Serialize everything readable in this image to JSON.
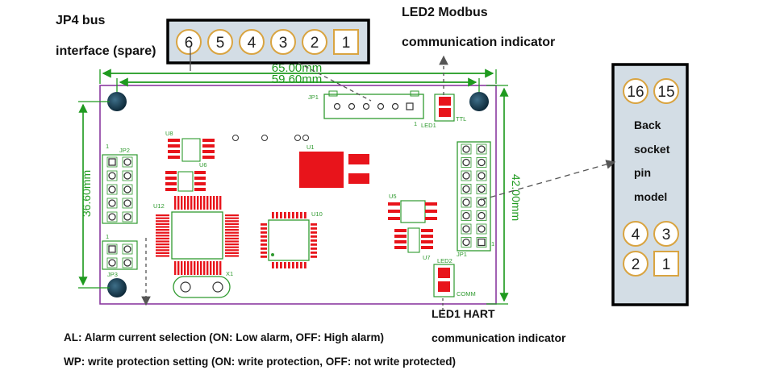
{
  "labels": {
    "jp4_line1": "JP4 bus",
    "jp4_line2": "interface (spare)",
    "led2_line1": "LED2 Modbus",
    "led2_line2": "communication indicator",
    "back_socket": [
      "Back",
      "socket",
      "pin",
      "model"
    ],
    "led1_line1": "LED1 HART",
    "led1_line2": "communication indicator"
  },
  "jp4_connector": {
    "pins": [
      "6",
      "5",
      "4",
      "3",
      "2",
      "1"
    ]
  },
  "back_socket_pins": {
    "top": [
      "16",
      "15"
    ],
    "middle": [
      "4",
      "3"
    ],
    "bottom": [
      "2",
      "1"
    ]
  },
  "dimensions": {
    "outer_width": "65.00mm",
    "inner_width": "59.60mm",
    "height_left": "36.60mm",
    "height_right": "42.00mm"
  },
  "silkscreen": {
    "jp1_top": "JP1",
    "led1": "LED1",
    "ttl": "TTL",
    "jp2": "JP2",
    "jp3": "JP3",
    "one_jp2": "1",
    "one_jp3": "1",
    "one_jp1top": "1",
    "u8": "U8",
    "u6": "U6",
    "u1": "U1",
    "u12": "U12",
    "u10": "U10",
    "u5": "U5",
    "u7": "U7",
    "x1": "X1",
    "led2": "LED2",
    "comm": "COMM",
    "jp1_right": "JP1",
    "one_jp1right": "1"
  },
  "notes": [
    "AL: Alarm current selection (ON: Low alarm, OFF: High alarm)",
    "WP: write protection setting (ON: write protection, OFF: not write protected)"
  ],
  "colors": {
    "pcb_outline": "#8a3aa0",
    "dimension": "#1f9a1f",
    "pad_red": "#e8141b",
    "trace_green": "#2f9a2f",
    "mount_hole": "#163a4f"
  }
}
